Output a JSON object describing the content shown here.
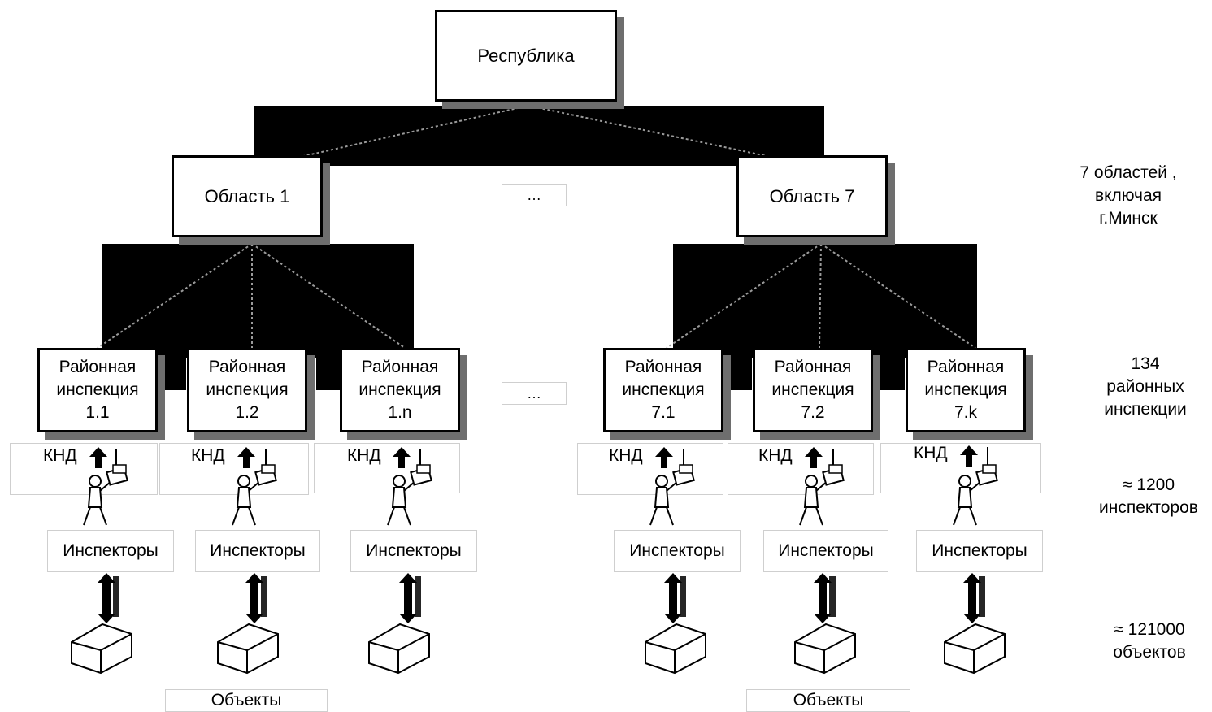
{
  "top": {
    "label": "Республика"
  },
  "regions": [
    {
      "label": "Область 1"
    },
    {
      "label": "Область 7"
    }
  ],
  "ellipsis": "…",
  "districts": [
    {
      "line1": "Районная",
      "line2": "инспекция",
      "num": "1.1"
    },
    {
      "line1": "Районная",
      "line2": "инспекция",
      "num": "1.2"
    },
    {
      "line1": "Районная",
      "line2": "инспекция",
      "num": "1.n"
    },
    {
      "line1": "Районная",
      "line2": "инспекция",
      "num": "7.1"
    },
    {
      "line1": "Районная",
      "line2": "инспекция",
      "num": "7.2"
    },
    {
      "line1": "Районная",
      "line2": "инспекция",
      "num": "7.k"
    }
  ],
  "knd_label": "КНД",
  "inspectors_label": "Инспекторы",
  "objects_label": "Объекты",
  "stats": {
    "regions": [
      "7 областей ,",
      "включая",
      "г.Минск"
    ],
    "districts": [
      "134",
      "районных",
      "инспекции"
    ],
    "inspectors": [
      "≈ 1200",
      "инспекторов"
    ],
    "objects": [
      "≈ 121000",
      "объектов"
    ]
  }
}
